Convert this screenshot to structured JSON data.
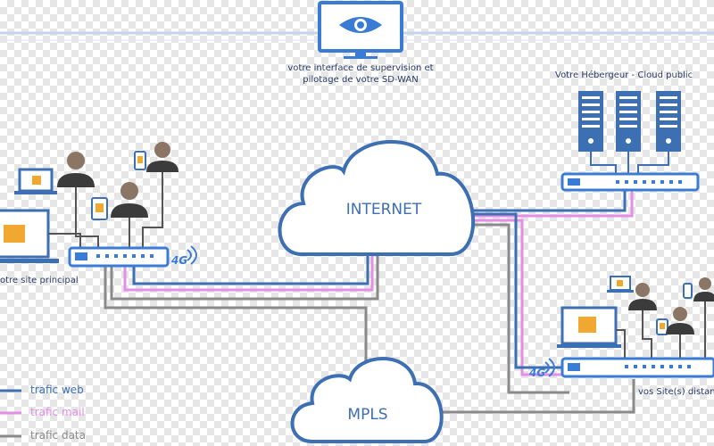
{
  "supervision": {
    "line1": "votre interface de supervision et",
    "line2": "pilotage de votre SD-WAN",
    "icon": "eye-monitor-icon"
  },
  "cloud_host": {
    "label": "Votre Hébergeur - Cloud public"
  },
  "internet": {
    "label": "INTERNET"
  },
  "mpls": {
    "label": "MPLS"
  },
  "main_site": {
    "label": "otre site principal",
    "badge": "4G"
  },
  "remote_sites": {
    "label": "vos Site(s) distan",
    "badge": "4G"
  },
  "legend": [
    {
      "label": "trafic web",
      "color": "#3d6fb3"
    },
    {
      "label": "trafic mail",
      "color": "#e48ee6"
    },
    {
      "label": "trafic data",
      "color": "#8a8a8a"
    }
  ],
  "colors": {
    "blue": "#3d6fb3",
    "pink": "#e48ee6",
    "grey": "#8a8a8a",
    "person": "#8b7565"
  }
}
